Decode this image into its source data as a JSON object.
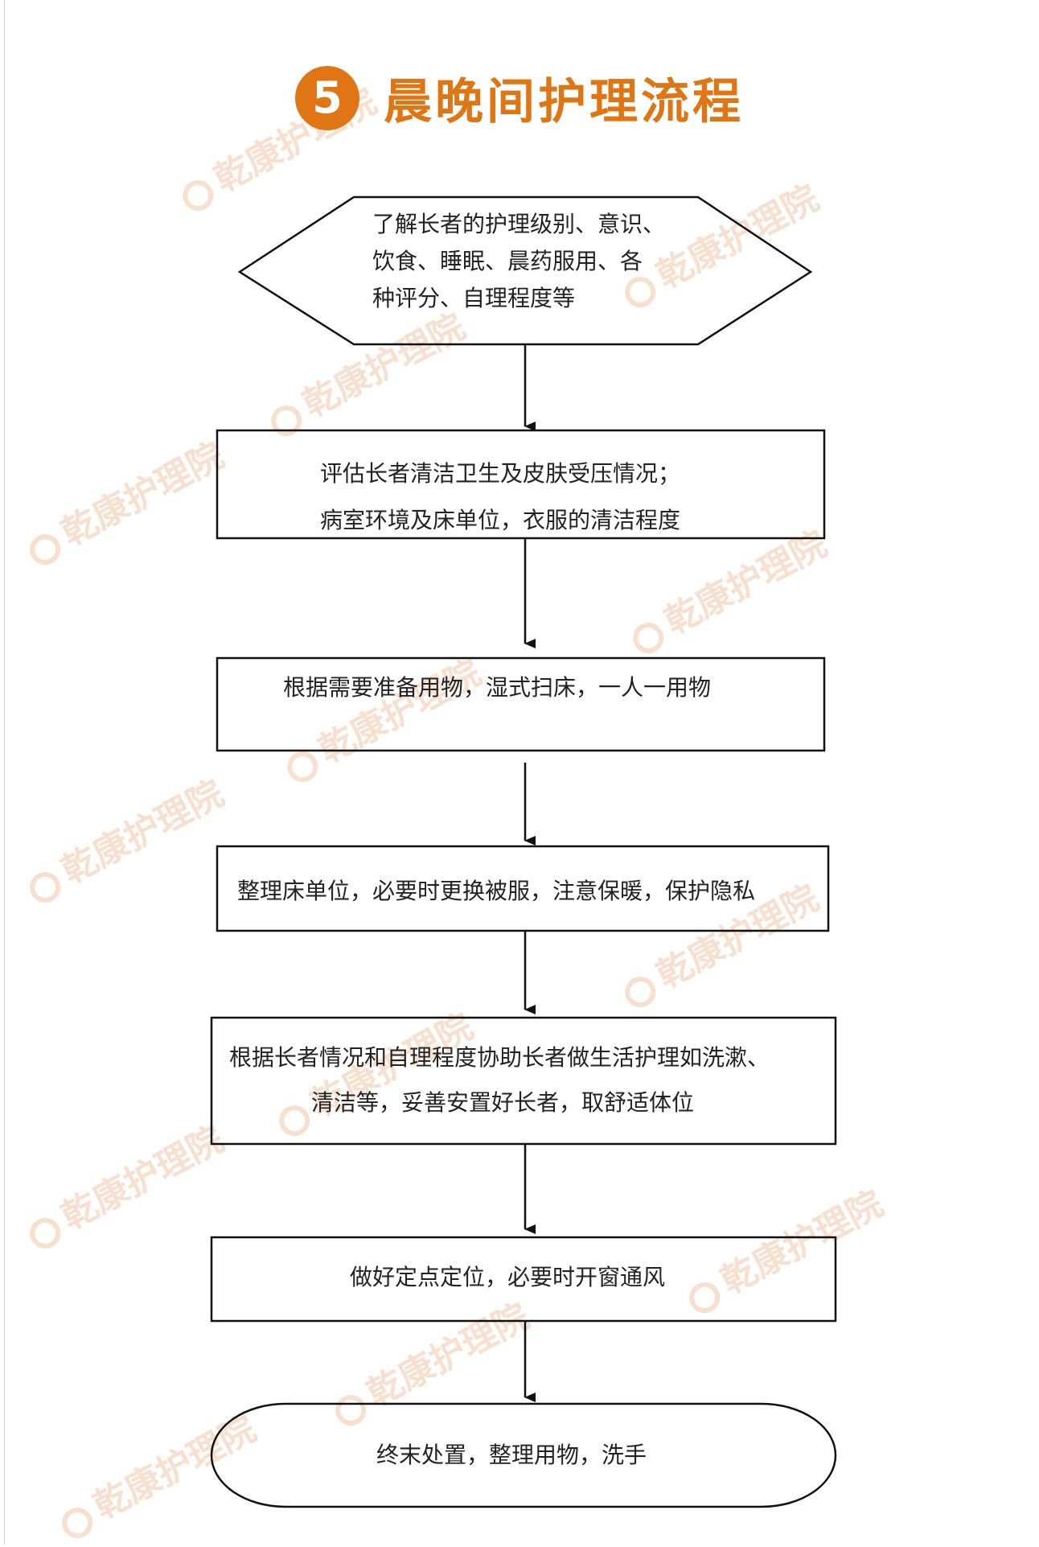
{
  "title": {
    "badge": "5",
    "text": "晨晚间护理流程"
  },
  "watermark": "乾康护理院",
  "steps": [
    {
      "shape": "hexagon",
      "lines": [
        "了解长者的护理级别、意识、",
        "饮食、睡眠、晨药服用、各",
        "种评分、自理程度等"
      ]
    },
    {
      "shape": "rect",
      "lines": [
        "评估长者清洁卫生及皮肤受压情况；",
        "病室环境及床单位，衣服的清洁程度"
      ]
    },
    {
      "shape": "rect",
      "lines": [
        "根据需要准备用物，湿式扫床，一人一用物"
      ]
    },
    {
      "shape": "rect",
      "lines": [
        "整理床单位，必要时更换被服，注意保暖，保护隐私"
      ]
    },
    {
      "shape": "rect",
      "lines": [
        "根据长者情况和自理程度协助长者做生活护理如洗漱、",
        "清洁等，妥善安置好长者，取舒适体位"
      ]
    },
    {
      "shape": "rect",
      "lines": [
        "做好定点定位，必要时开窗通风"
      ]
    },
    {
      "shape": "terminal",
      "lines": [
        "终末处置，整理用物，洗手"
      ]
    }
  ],
  "colors": {
    "accent": "#e07513",
    "stroke": "#111111",
    "watermark": "#f2c8a8"
  }
}
